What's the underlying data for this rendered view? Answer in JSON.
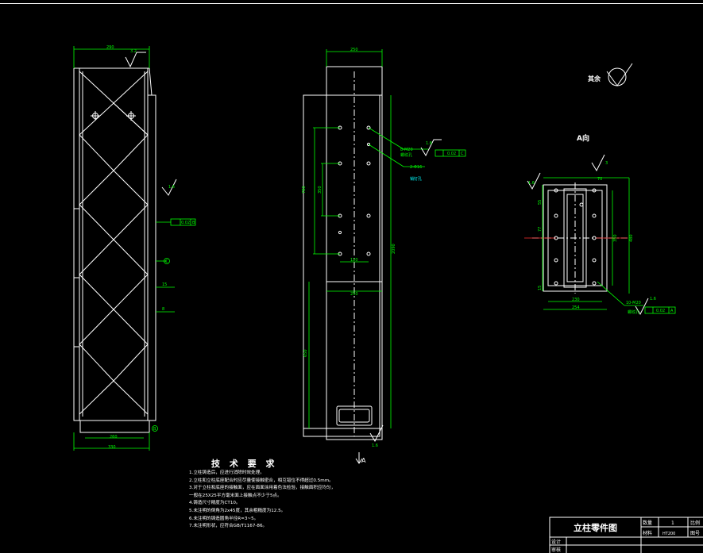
{
  "left_view": {
    "dim_top": "290",
    "dim_bottom_inner": "260",
    "dim_bottom_outer": "330",
    "roughness_top": "3.2",
    "roughness_side": "1.6",
    "tol_box": "0.02",
    "tol_letter": "B",
    "circle_mark": "C",
    "dim_15": "15",
    "dim_8": "8",
    "datum_letter": "B"
  },
  "middle_view": {
    "dim_top": "250",
    "dim_780": "780",
    "dim_350": "350",
    "dim_2090": "2090",
    "dim_650": "650",
    "dim_120": "120",
    "dim_250_lower": "250",
    "hole_label_1": "8-M20",
    "hole_label_1_note": "螺纹孔",
    "hole_label_2": "2-Φ16",
    "hole_label_2_note": "销钉孔",
    "roughness": "1.6",
    "tol_value": "0.02",
    "tol_letter": "C",
    "roughness_bottom": "1.6",
    "view_letter": "A"
  },
  "right_view": {
    "other_label": "其余",
    "a_view_label": "A向",
    "roughness_1": "1.6",
    "roughness_2": "3",
    "dim_70": "70",
    "dim_55": "55",
    "dim_77": "77",
    "dim_350": "350",
    "dim_480": "480",
    "dim_15": "15",
    "dim_230": "230",
    "dim_254": "254",
    "hole_label": "10-M20",
    "hole_note": "螺纹孔",
    "roughness_3": "1.6",
    "tol_value": "0.02",
    "tol_letter": "A"
  },
  "requirements": {
    "title": "技 术 要 求",
    "items": [
      "1.立柱铸造后，应进行消除时效处理。",
      "2.立柱和立柱底座配合时应尽量使接触密合，相互错位不得超过0.5mm。",
      "3.对于立柱和底座的接触面，应在面面涂用着色法检验，接触面积应均匀，",
      "   一般在25X25平方毫米面上接触点不少于5点。",
      "4.铸造尺寸精度为CT10。",
      "5.未注明的倒角为2x45度，其余粗糙度为12.5。",
      "6.未注明的铸造圆角半径R=3~5。",
      "7.未注明形状，应符合GB/T1167-86。"
    ]
  },
  "title_block": {
    "part_name": "立柱零件图",
    "qty_label": "数量",
    "qty_value": "1",
    "material_label": "材料",
    "material_value": "HT200",
    "ratio_label": "比例",
    "drawing_no_label": "图号",
    "designer_label": "设计",
    "checker_label": "审核"
  }
}
